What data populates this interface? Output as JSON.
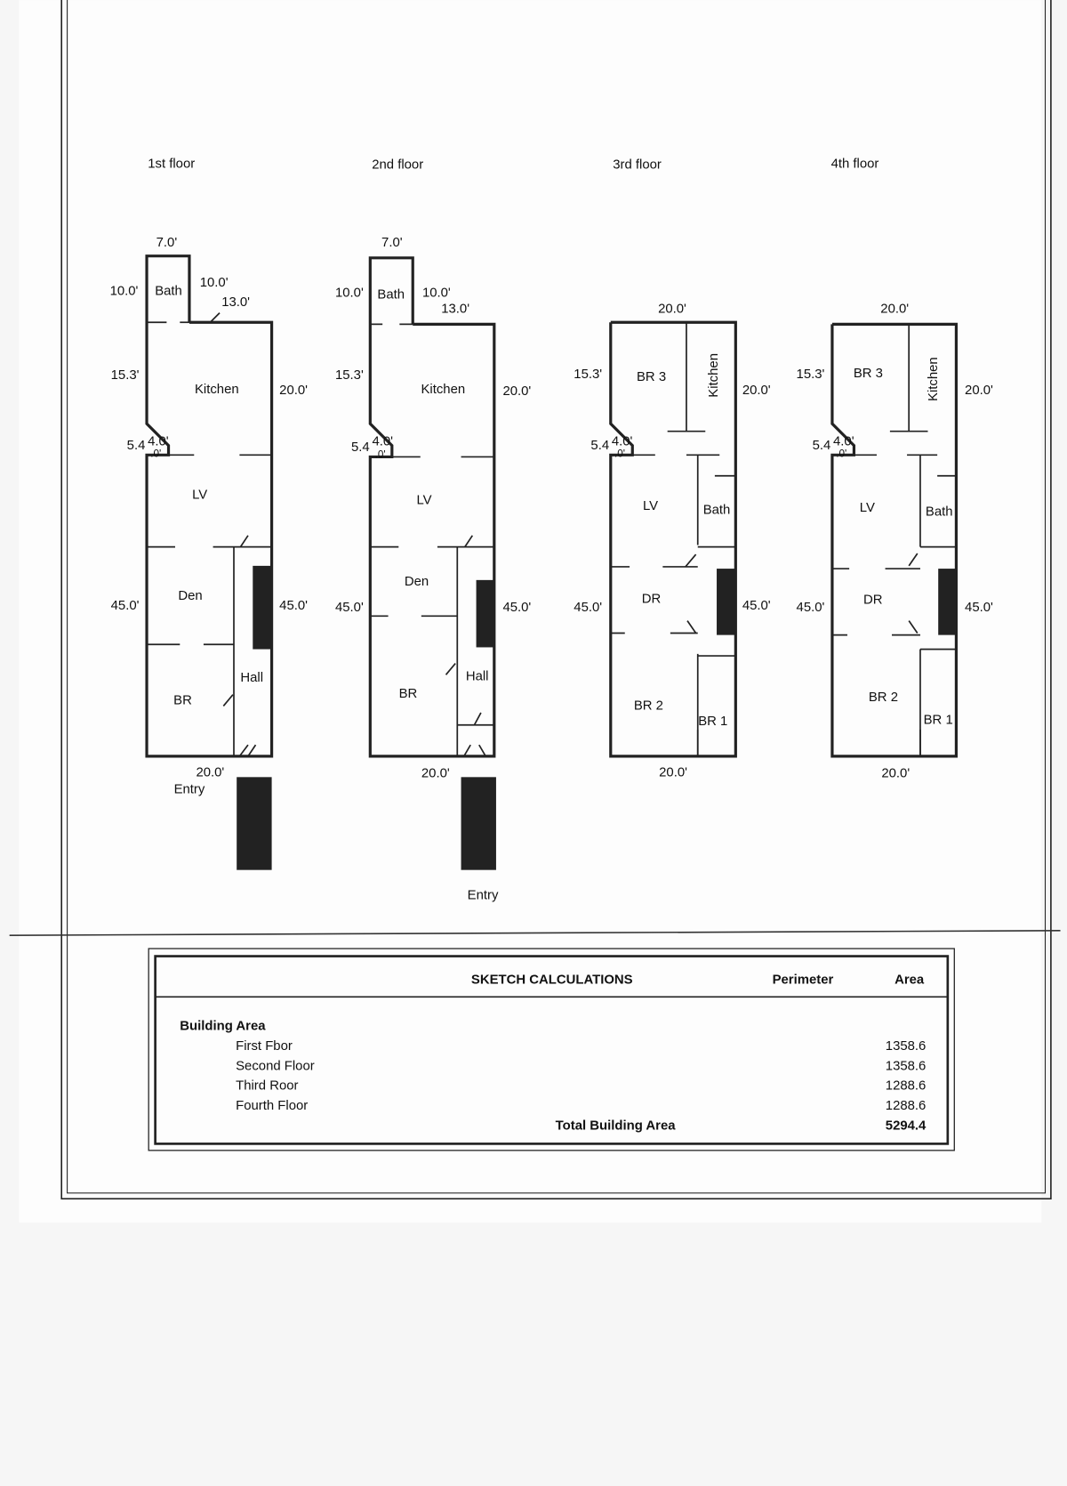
{
  "floors": [
    {
      "title": "1st floor",
      "dims": {
        "bath_top": "7.0'",
        "bath_left": "10.0'",
        "bath_right": "10.0'",
        "top": "13.0'",
        "kitchen_left": "15.3'",
        "right_upper": "20.0'",
        "notch_a": "5.4",
        "notch_b": "4.0'",
        "notch_c": ".0'",
        "left_lower": "45.0'",
        "right_lower": "45.0'",
        "bottom": "20.0'"
      },
      "rooms": {
        "bath": "Bath",
        "kitchen": "Kitchen",
        "lv": "LV",
        "den": "Den",
        "hall": "Hall",
        "br": "BR",
        "entry": "Entry"
      }
    },
    {
      "title": "2nd floor",
      "dims": {
        "bath_top": "7.0'",
        "bath_left": "10.0'",
        "bath_right": "10.0'",
        "top": "13.0'",
        "kitchen_left": "15.3'",
        "right_upper": "20.0'",
        "notch_a": "5.4",
        "notch_b": "4.0'",
        "notch_c": ".0'",
        "left_lower": "45.0'",
        "right_lower": "45.0'",
        "bottom": "20.0'"
      },
      "rooms": {
        "bath": "Bath",
        "kitchen": "Kitchen",
        "lv": "LV",
        "den": "Den",
        "hall": "Hall",
        "br": "BR",
        "entry": "Entry"
      }
    },
    {
      "title": "3rd floor",
      "dims": {
        "top": "20.0'",
        "kitchen_left": "15.3'",
        "right_upper": "20.0'",
        "notch_a": "5.4",
        "notch_b": "4.0'",
        "notch_c": ".0'",
        "left_lower": "45.0'",
        "right_lower": "45.0'",
        "bottom": "20.0'"
      },
      "rooms": {
        "br3": "BR 3",
        "kitchen": "Kitchen",
        "lv": "LV",
        "bath": "Bath",
        "dr": "DR",
        "br2": "BR 2",
        "br1": "BR 1"
      }
    },
    {
      "title": "4th floor",
      "dims": {
        "top": "20.0'",
        "kitchen_left": "15.3'",
        "right_upper": "20.0'",
        "notch_a": "5.4",
        "notch_b": "4.0'",
        "notch_c": ".0'",
        "left_lower": "45.0'",
        "right_lower": "45.0'",
        "bottom": "20.0'"
      },
      "rooms": {
        "br3": "BR 3",
        "kitchen": "Kitchen",
        "lv": "LV",
        "bath": "Bath",
        "dr": "DR",
        "br2": "BR 2",
        "br1": "BR 1"
      }
    }
  ],
  "calculations": {
    "title": "SKETCH CALCULATIONS",
    "col_perimeter": "Perimeter",
    "col_area": "Area",
    "section": "Building Area",
    "rows": [
      {
        "label": "First Fbor",
        "area": "1358.6"
      },
      {
        "label": "Second Floor",
        "area": "1358.6"
      },
      {
        "label": "Third Roor",
        "area": "1288.6"
      },
      {
        "label": "Fourth Floor",
        "area": "1288.6"
      }
    ],
    "total_label": "Total Building Area",
    "total_area": "5294.4"
  }
}
